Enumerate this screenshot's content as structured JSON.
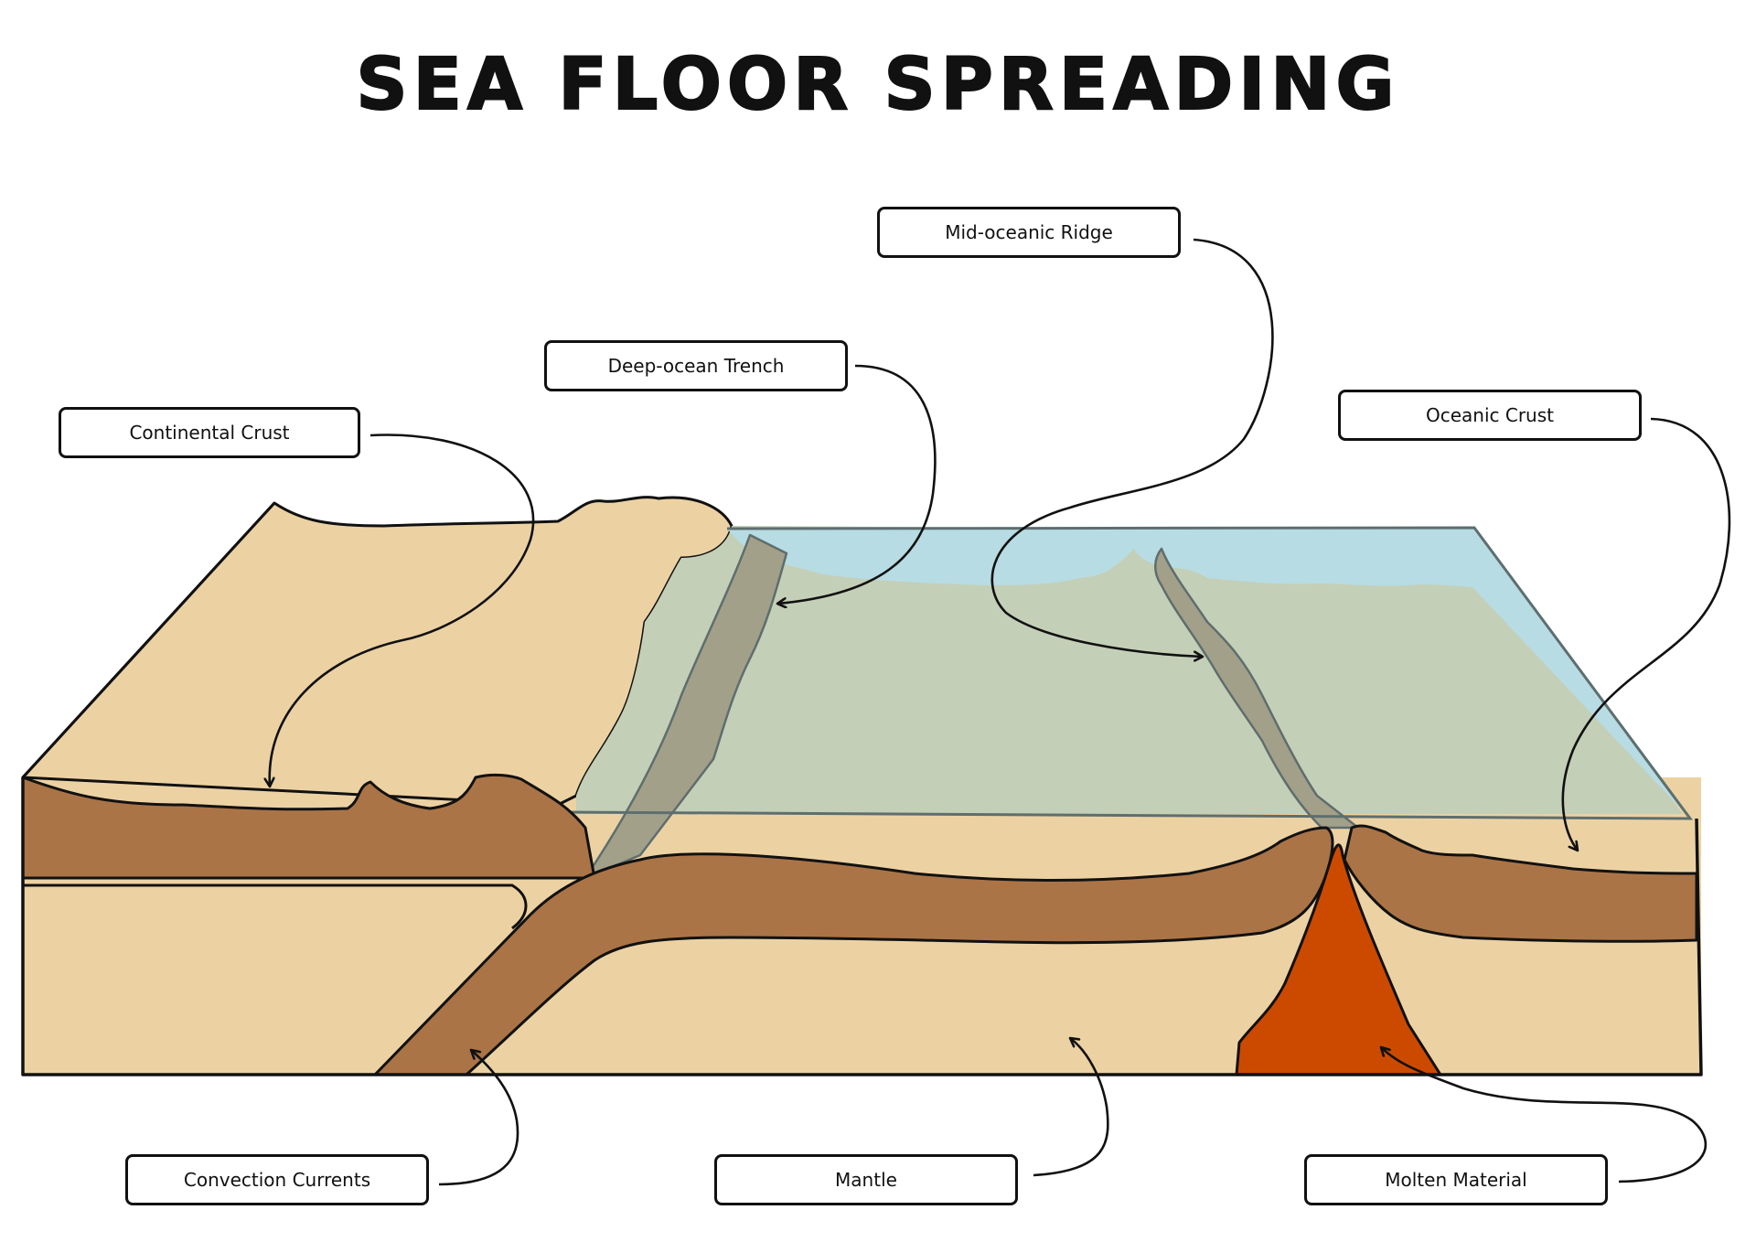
{
  "title": "SEA FLOOR SPREADING",
  "labels": {
    "continental_crust": "Continental Crust",
    "deep_ocean_trench": "Deep-ocean Trench",
    "mid_oceanic_ridge": "Mid-oceanic Ridge",
    "oceanic_crust": "Oceanic Crust",
    "convection_currents": "Convection Currents",
    "mantle": "Mantle",
    "molten_material": "Molten Material"
  },
  "colors": {
    "mantle": "#ecd2a3",
    "crust": "#ab7446",
    "ocean": "#b7dce3",
    "sea_floor": "#c4cfb7",
    "trench": "#a3a08a",
    "magma": "#cc4a00",
    "outline": "#111111"
  }
}
